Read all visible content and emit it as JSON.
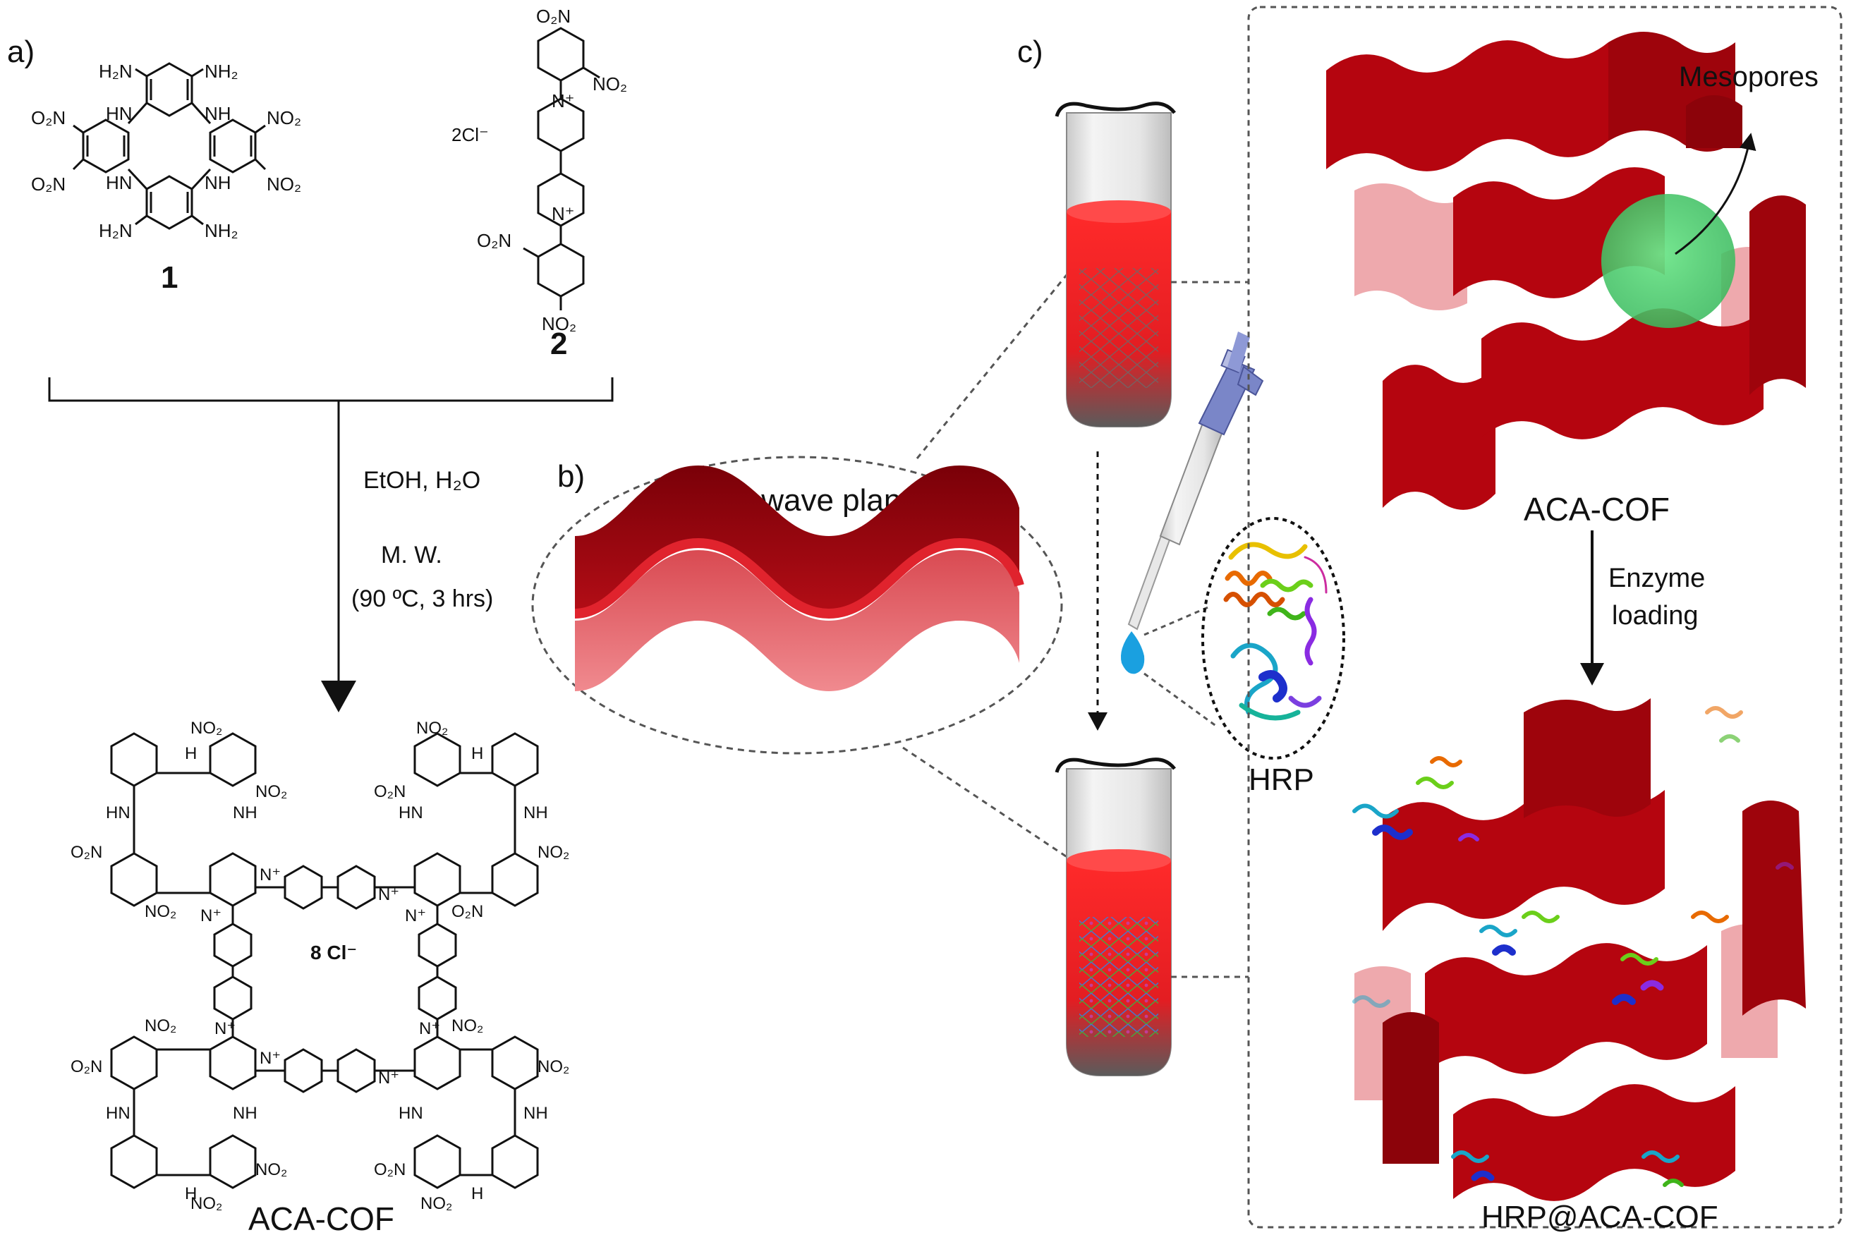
{
  "panels": {
    "a": "a)",
    "b": "b)",
    "c": "c)"
  },
  "compounds": {
    "c1": {
      "number": "1",
      "nh2_tl": "H₂N",
      "nh2_tr": "NH₂",
      "nh2_bl": "H₂N",
      "nh2_br": "NH₂",
      "hn_tl": "HN",
      "nh_tr": "NH",
      "hn_bl": "HN",
      "nh_br": "NH",
      "no2_1": "O₂N",
      "no2_2": "NO₂",
      "no2_3": "O₂N",
      "no2_4": "NO₂"
    },
    "c2": {
      "number": "2",
      "counterion": "2Cl⁻",
      "no2_top": "O₂N",
      "no2_top2": "NO₂",
      "no2_bot": "O₂N",
      "no2_bot2": "NO₂",
      "nplus": "N⁺"
    }
  },
  "conditions": {
    "solvent": "EtOH, H₂O",
    "method": "M. W.",
    "temp": "(90 ºC, 3 hrs)"
  },
  "cof": {
    "label": "ACA-COF",
    "chloride": "8 Cl⁻",
    "no2": "NO₂",
    "o2n": "O₂N",
    "hn": "HN",
    "nh": "NH",
    "h": "H",
    "nplus": "N⁺"
  },
  "panel_b": {
    "title": "Stacked wave planes"
  },
  "panel_c": {
    "mesopores": "Mesopores",
    "aca_cof": "ACA-COF",
    "enzyme_loading_1": "Enzyme",
    "enzyme_loading_2": "loading",
    "hrp": "HRP",
    "hrp_at_cof": "HRP@ACA-COF"
  },
  "colors": {
    "cof_red": "#b5050f",
    "cof_dark": "#7a0008",
    "tube_red": "#e8101a",
    "pipette_blue": "#7a86c8",
    "drop_blue": "#1aa0e0",
    "mesopore_green": "#4ccf6a"
  }
}
